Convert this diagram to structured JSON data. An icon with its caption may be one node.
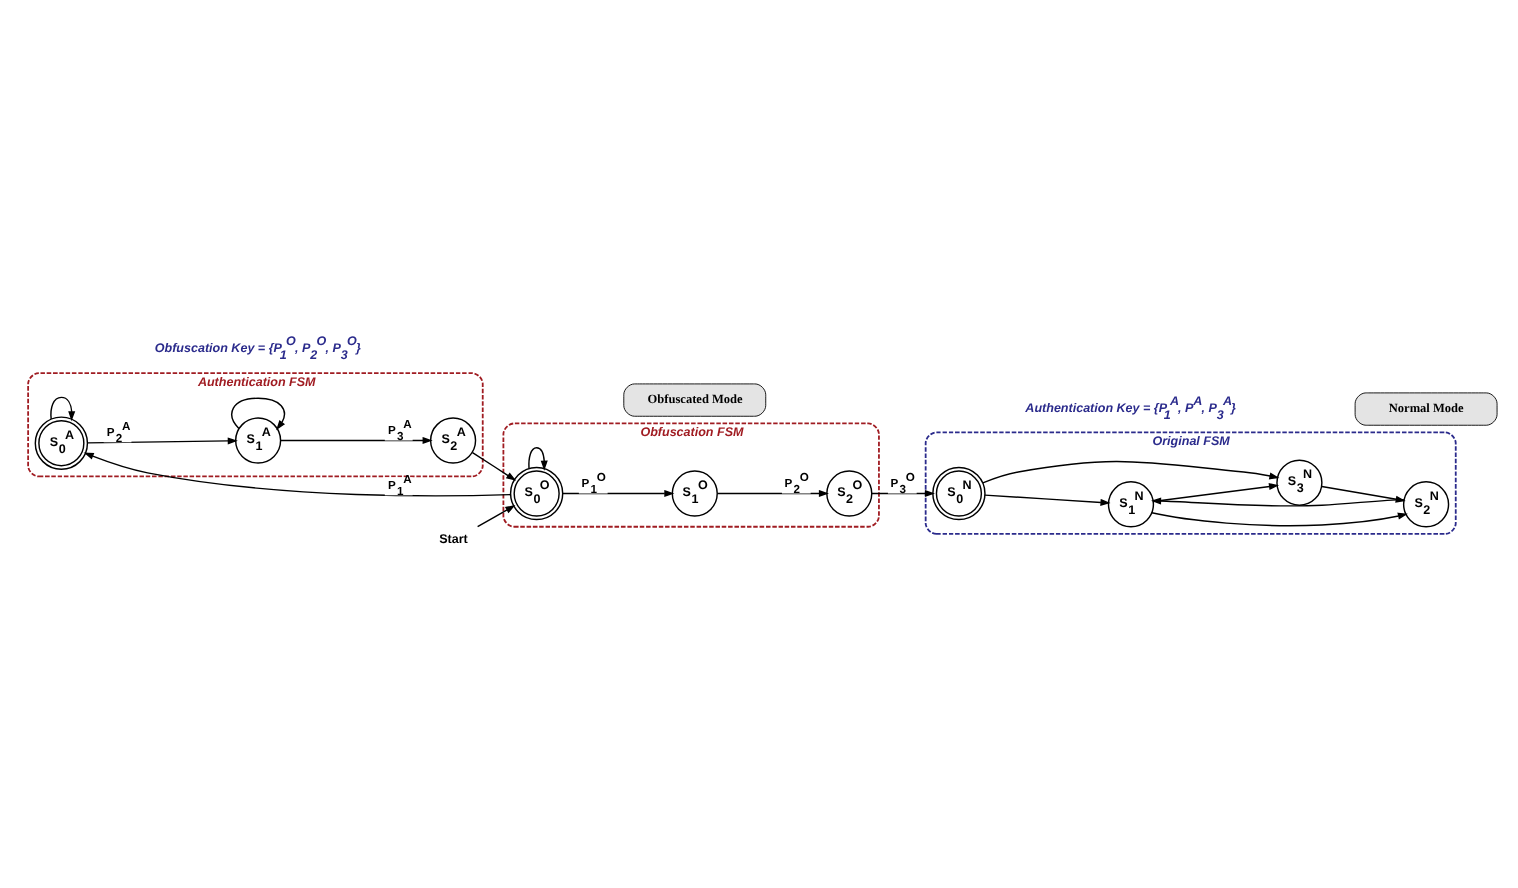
{
  "diagram": {
    "nodes": [
      {
        "text": [
          "Authentication FSM"
        ]
      },
      {
        "text": [
          "S$_{0}$$^{A}$"
        ],
        "in": 0
      },
      {
        "text": [
          "S$_{1}$$^{A}$"
        ],
        "in": 0
      },
      {
        "text": [
          "S$_{2}$$^{A}$"
        ],
        "in": 0
      },
      {
        "text": [
          "Obfuscation FSM"
        ]
      },
      {
        "text": [
          "S$_{0}$$^{O}$"
        ],
        "in": 4
      },
      {
        "text": [
          "S$_{1}$$^{O}$"
        ],
        "in": 4
      },
      {
        "text": [
          "S$_{2}$$^{O}$"
        ],
        "in": 4
      },
      {
        "text": [
          "Original FSM"
        ]
      },
      {
        "text": [
          "S$_{0}$$^{N}$"
        ],
        "in": 8
      },
      {
        "text": [
          "S$_{1}$$^{N}$"
        ],
        "in": 8
      },
      {
        "text": [
          "S$_{2}$$^{N}$"
        ],
        "in": 8
      },
      {
        "text": [
          "S$_{3}$$^{N}$"
        ],
        "in": 8
      },
      {
        "text": [
          "Start"
        ]
      },
      {
        "text": [
          "Obfuscated Mode"
        ]
      },
      {
        "text": [
          "Normal Mode"
        ]
      }
    ],
    "edges": [
      {
        "from": 13,
        "to": 5,
        "arrow": "to"
      },
      {
        "from": 5,
        "to": 5,
        "arrow": "to"
      },
      {
        "from": 5,
        "to": 6,
        "arrow": "to",
        "label": "P$_{1}$$^{O}$"
      },
      {
        "from": 6,
        "to": 7,
        "arrow": "to",
        "label": "P$_{2}$$^{O}$"
      },
      {
        "from": 7,
        "to": 9,
        "arrow": "to",
        "label": "P$_{3}$$^{O}$"
      },
      {
        "from": 5,
        "to": 1,
        "arrow": "to",
        "label": "P$_{1}$$^{A}$"
      },
      {
        "from": 1,
        "to": 1,
        "arrow": "to"
      },
      {
        "from": 1,
        "to": 2,
        "arrow": "to",
        "label": "P$_{2}$$^{A}$"
      },
      {
        "from": 2,
        "to": 2,
        "arrow": "to"
      },
      {
        "from": 2,
        "to": 3,
        "arrow": "to",
        "label": "P$_{3}$$^{A}$"
      },
      {
        "from": 3,
        "to": 5,
        "arrow": "to"
      },
      {
        "from": 9,
        "to": 10,
        "arrow": "to"
      },
      {
        "from": 9,
        "to": 12,
        "arrow": "to"
      },
      {
        "from": 10,
        "to": 12,
        "arrow": "to"
      },
      {
        "from": 10,
        "to": 11,
        "arrow": "to"
      },
      {
        "from": 11,
        "to": 10,
        "arrow": "to"
      },
      {
        "from": 12,
        "to": 11,
        "arrow": "to"
      }
    ],
    "labels": [
      "Obfuscation Key = {P$_{1}$$^{O}$, P$_{2}$$^{O}$, P$_{3}$$^{O}$}",
      "Authentication Key = {P$_{1}$$^{A}$, P$^{A}$, P$_{3}$$^{A}$}"
    ]
  }
}
